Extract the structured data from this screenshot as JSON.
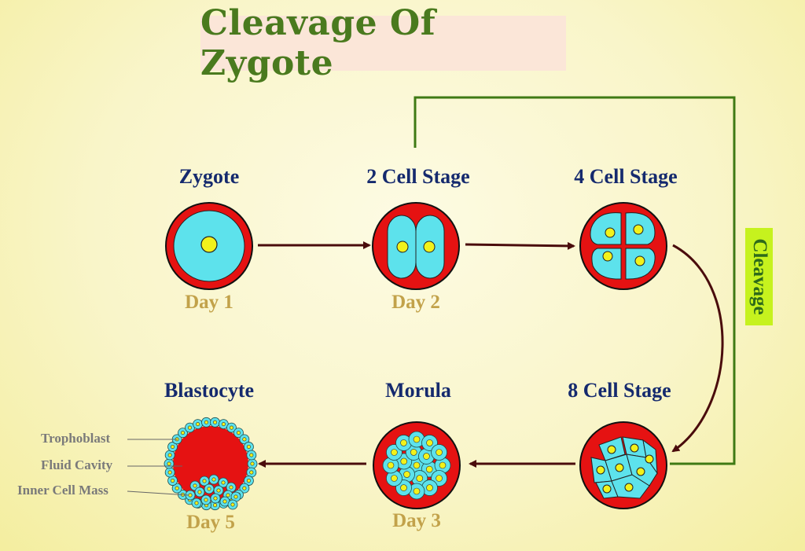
{
  "title": "Cleavage Of Zygote",
  "stages": {
    "zygote": {
      "name": "Zygote",
      "day": "Day 1"
    },
    "two_cell": {
      "name": "2 Cell Stage",
      "day": "Day 2"
    },
    "four_cell": {
      "name": "4 Cell Stage"
    },
    "eight_cell": {
      "name": "8 Cell Stage"
    },
    "morula": {
      "name": "Morula",
      "day": "Day 3"
    },
    "blastocyte": {
      "name": "Blastocyte",
      "day": "Day 5"
    }
  },
  "blastocyte_parts": {
    "trophoblast": "Trophoblast",
    "fluid_cavity": "Fluid Cavity",
    "inner_cell_mass": "Inner Cell Mass"
  },
  "cleavage_label": "Cleavage",
  "colors": {
    "title_text": "#4a7a1e",
    "title_bg": "#fbe6d8",
    "stage_name": "#152a6e",
    "day_label": "#c2a24a",
    "membrane": "#e51212",
    "cytoplasm": "#5de2ec",
    "nucleus": "#f2f21a",
    "arrow": "#4a0c0c",
    "bracket_line": "#3f7a14",
    "cleavage_box": "#c6f21e"
  }
}
